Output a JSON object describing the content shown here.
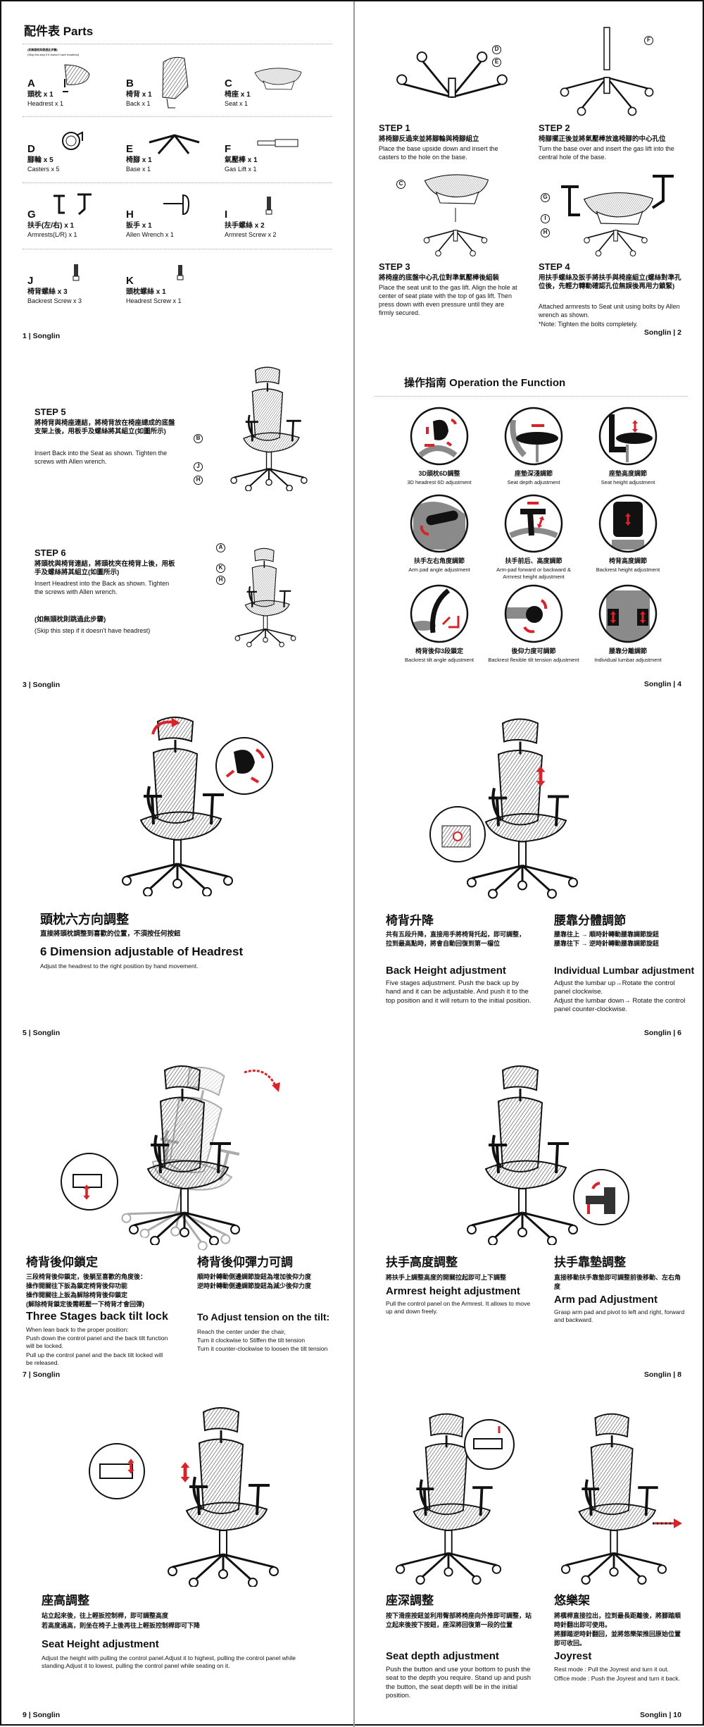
{
  "brand": "Songlin",
  "colors": {
    "accent": "#d8232a",
    "gray": "#8a8a8a",
    "ink": "#111111"
  },
  "page1": {
    "title": "配件表 Parts",
    "skip_note_cn": "(如無頭枕則跳過此步驟)",
    "skip_note_en": "(Skip this step if it doesn't have headrest)",
    "parts": [
      {
        "letter": "A",
        "cn": "頭枕 x 1",
        "en": "Headrest x 1"
      },
      {
        "letter": "B",
        "cn": "椅背 x 1",
        "en": "Back x 1"
      },
      {
        "letter": "C",
        "cn": "椅座 x 1",
        "en": "Seat x 1"
      },
      {
        "letter": "D",
        "cn": "腳輪 x 5",
        "en": "Casters x 5"
      },
      {
        "letter": "E",
        "cn": "椅腳 x 1",
        "en": "Base x 1"
      },
      {
        "letter": "F",
        "cn": "氣壓棒 x 1",
        "en": "Gas Lift x 1"
      },
      {
        "letter": "G",
        "cn": "扶手(左/右) x 1",
        "en": "Armrests(L/R) x 1"
      },
      {
        "letter": "H",
        "cn": "扳手 x 1",
        "en": "Allen Wrench x 1"
      },
      {
        "letter": "I",
        "cn": "扶手螺絲 x 2",
        "en": "Armrest Screw x 2"
      },
      {
        "letter": "J",
        "cn": "椅背螺絲 x 3",
        "en": "Backrest Screw x 3"
      },
      {
        "letter": "K",
        "cn": "頭枕螺絲 x 1",
        "en": "Headrest Screw x 1"
      }
    ],
    "footer": "1 | Songlin"
  },
  "page2": {
    "callouts": [
      "D",
      "E",
      "F",
      "C",
      "G",
      "I",
      "H"
    ],
    "steps": [
      {
        "title": "STEP 1",
        "cn": "將椅腳反過來並將腳輪與椅腳組立",
        "en": "Place the base upside down and insert the casters to the hole on the base."
      },
      {
        "title": "STEP 2",
        "cn": "椅腳擺正後並將氣壓棒放進椅腳的中心孔位",
        "en": "Turn the base over and insert the gas lift into the central hole of the base."
      },
      {
        "title": "STEP 3",
        "cn": "將椅座的底盤中心孔位對準氣壓棒後組裝",
        "en": "Place the seat unit to the gas lift. Align the hole at center of seat plate with the top of gas lift. Then press down with even pressure until they are firmly secured."
      },
      {
        "title": "STEP 4",
        "cn": "用扶手螺絲及扳手將扶手與椅座組立(螺絲對準孔位後，先輕力轉動確認孔位無誤後再用力鎖緊)",
        "en": "Attached armrests to Seat unit using bolts by Allen wrench as shown.",
        "note": "*Note: Tighten the bolts completely."
      }
    ],
    "footer": "Songlin | 2"
  },
  "page3": {
    "callouts": [
      "B",
      "J",
      "H",
      "A",
      "K",
      "H"
    ],
    "steps": [
      {
        "title": "STEP 5",
        "cn": "將椅背與椅座連結，將椅背放在椅座總成的底盤支架上後，用板手及螺絲將其組立(如圖所示)",
        "en": "Insert Back into the Seat as shown. Tighten the screws with Allen wrench."
      },
      {
        "title": "STEP 6",
        "cn": "將頭枕與椅背連結，將頭枕夾在椅背上後，用板手及螺絲將其組立(如圖所示)",
        "en": "Insert Headrest into the Back as shown. Tighten the screws with Allen wrench."
      }
    ],
    "skip_cn": "(如無頭枕則跳過此步驟)",
    "skip_en": "(Skip this step if it doesn't have headrest)",
    "footer": "3 | Songlin"
  },
  "page4": {
    "title": "操作指南  Operation the Function",
    "functions": [
      {
        "icon": "headrest-adjust-icon",
        "cn": "3D頭枕6D調整",
        "en": "3D headrest 6D adjustment"
      },
      {
        "icon": "seat-depth-icon",
        "cn": "座墊深淺調節",
        "en": "Seat depth adjustment"
      },
      {
        "icon": "seat-height-icon",
        "cn": "座墊高度調節",
        "en": "Seat height adjustment"
      },
      {
        "icon": "arm-pad-angle-icon",
        "cn": "扶手左右角度調節",
        "en": "Arm pad angle adjustment"
      },
      {
        "icon": "armrest-height-icon",
        "cn": "扶手前后、高度調節",
        "en": "Arm-pad forward or backward & Armrest height adjustment"
      },
      {
        "icon": "backrest-height-icon",
        "cn": "椅背高度調節",
        "en": "Backrest height adjustment"
      },
      {
        "icon": "backrest-tilt-icon",
        "cn": "椅背後仰3段鎖定",
        "en": "Backrest tilt angle adjustment"
      },
      {
        "icon": "tilt-tension-icon",
        "cn": "後仰力度可調節",
        "en": "Backrest flexible tilt tension adjustment"
      },
      {
        "icon": "lumbar-icon",
        "cn": "腰靠分離調節",
        "en": "Individual lumbar adjustment"
      }
    ],
    "footer": "Songlin | 4"
  },
  "page5": {
    "cn_title": "頭枕六方向調整",
    "cn_body": "直接將頭枕調整到喜歡的位置，不須按任何按鈕",
    "en_title": "6 Dimension adjustable of Headrest",
    "en_body": "Adjust the headrest to the right position by hand movement.",
    "footer": "5 | Songlin"
  },
  "page6": {
    "left": {
      "cn_title": "椅背升降",
      "cn_body": "共有五段升降，直接用手將椅背托起，即可調整，拉到最高點時，將會自動回復到第一檔位",
      "en_title": "Back Height adjustment",
      "en_body": "Five stages adjustment. Push the back up by hand and it can be adjustable. And push it to the top position and it will return to the initial position."
    },
    "right": {
      "cn_title": "腰靠分體調節",
      "cn_body_1": "腰靠往上 → 順時針轉動腰靠調節旋鈕",
      "cn_body_2": "腰靠往下 → 逆時針轉動腰靠調節旋鈕",
      "en_title": "Individual Lumbar adjustment",
      "en_body_1": "Adjust the lumbar up→Rotate the control panel clockwise.",
      "en_body_2": "Adjust the lumbar down→ Rotate the control panel counter-clockwise."
    },
    "footer": "Songlin | 6"
  },
  "page7": {
    "left": {
      "cn_title": "椅背後仰鎖定",
      "cn_body_1": "三段椅背後仰鎖定，後躺至喜歡的角度後：",
      "cn_body_2": "操作開關往下扳為鎖定椅背後仰功能",
      "cn_body_3": "操作開關往上扳為解除椅背後仰鎖定",
      "cn_body_4": "(解除椅背鎖定後需輕壓一下椅背才會回彈)",
      "en_title": "Three Stages back tilt lock",
      "en_body_1": "When lean back to the proper position:",
      "en_body_2": "Push down the control panel and the back tilt function will be locked.",
      "en_body_3": "Pull up the control panel and the back tilt locked will be released."
    },
    "right": {
      "cn_title": "椅背後仰彈力可調",
      "cn_body_1": "順時針轉動側邊調節旋鈕為增加後仰力度",
      "cn_body_2": "逆時針轉動側邊調節旋鈕為減少後仰力度",
      "en_title": "To Adjust tension on the tilt:",
      "en_body_1": "Reach the center under the chair,",
      "en_body_2": "Turn it clockwise to Stiffen the tilt tension",
      "en_body_3": "Turn it counter-clockwise to loosen the tilt tension"
    },
    "footer": "7 | Songlin"
  },
  "page8": {
    "left": {
      "cn_title": "扶手高度調整",
      "cn_body": "將扶手上調整高度的開關拉起即可上下調整",
      "en_title": "Armrest height adjustment",
      "en_body": "Pull the control panel on the Armrest. It allows to move up and down freely."
    },
    "right": {
      "cn_title": "扶手靠墊調整",
      "cn_body": "直接移動扶手靠墊即可調整前後移動、左右角度",
      "en_title": "Arm pad Adjustment",
      "en_body": "Grasp arm pad and pivot to left and right, forward and backward."
    },
    "footer": "Songlin | 8"
  },
  "page9": {
    "cn_title": "座高調整",
    "cn_body_1": "站立起來後，往上輕扳控制桿，即可調整高度",
    "cn_body_2": "若高度過高，則坐在椅子上後再往上輕扳控制桿即可下降",
    "en_title": "Seat Height adjustment",
    "en_body": "Adjust the height with pulling the control panel.Adjust it to highest, pulling the control panel while standing.Adjust it to lowest, pulling the control panel while seating on it.",
    "footer": "9 | Songlin"
  },
  "page10": {
    "left": {
      "cn_title": "座深調整",
      "cn_body": "按下滑座按鈕並利用臀部將椅座向外推即可調整，站立起來後按下按鈕，座深將回復第一段的位置",
      "en_title": "Seat depth adjustment",
      "en_body": "Push the button and use your bottom to push the seat to the depth you require. Stand up and push the button, the seat depth will be in the initial position."
    },
    "right": {
      "cn_title": "悠樂架",
      "cn_body_1": "將橫桿直接拉出，拉到最長距離後，將腳踏順時針翻出即可使用。",
      "cn_body_2": "將腳踏逆時針翻回，並將悠樂架推回原始位置即可收回。",
      "en_title": "Joyrest",
      "en_body_1": "Rest mode : Pull the Joyrest and turn it out.",
      "en_body_2": "Office mode : Push the Joyrest and turn it back."
    },
    "footer": "Songlin | 10"
  }
}
